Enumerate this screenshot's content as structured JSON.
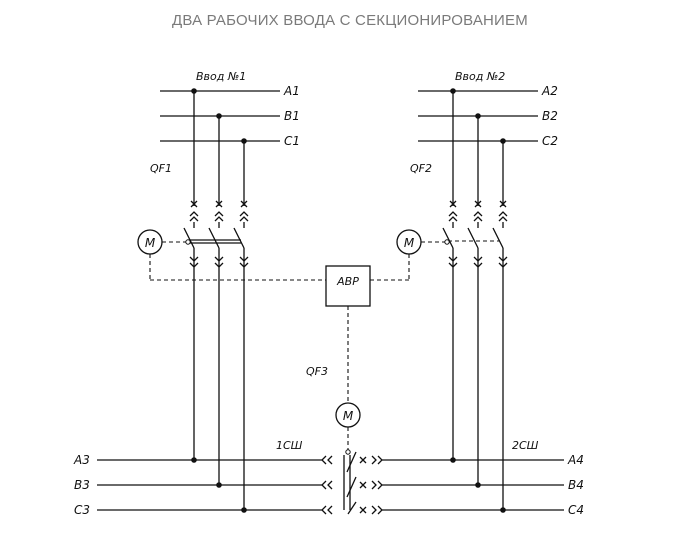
{
  "title": "ДВА РАБОЧИХ ВВОДА С СЕКЦИОНИРОВАНИЕМ",
  "input1": {
    "label": "Ввод №1",
    "phases": [
      "A1",
      "B1",
      "C1"
    ],
    "breaker": "QF1",
    "motor": "М"
  },
  "input2": {
    "label": "Ввод №2",
    "phases": [
      "A2",
      "B2",
      "C2"
    ],
    "breaker": "QF2",
    "motor": "М"
  },
  "avr": {
    "label": "АВР"
  },
  "sectional": {
    "breaker": "QF3",
    "motor": "М"
  },
  "bus1": {
    "label": "1СШ",
    "phases": [
      "A3",
      "B3",
      "C3"
    ]
  },
  "bus2": {
    "label": "2СШ",
    "phases": [
      "A4",
      "B4",
      "C4"
    ]
  }
}
